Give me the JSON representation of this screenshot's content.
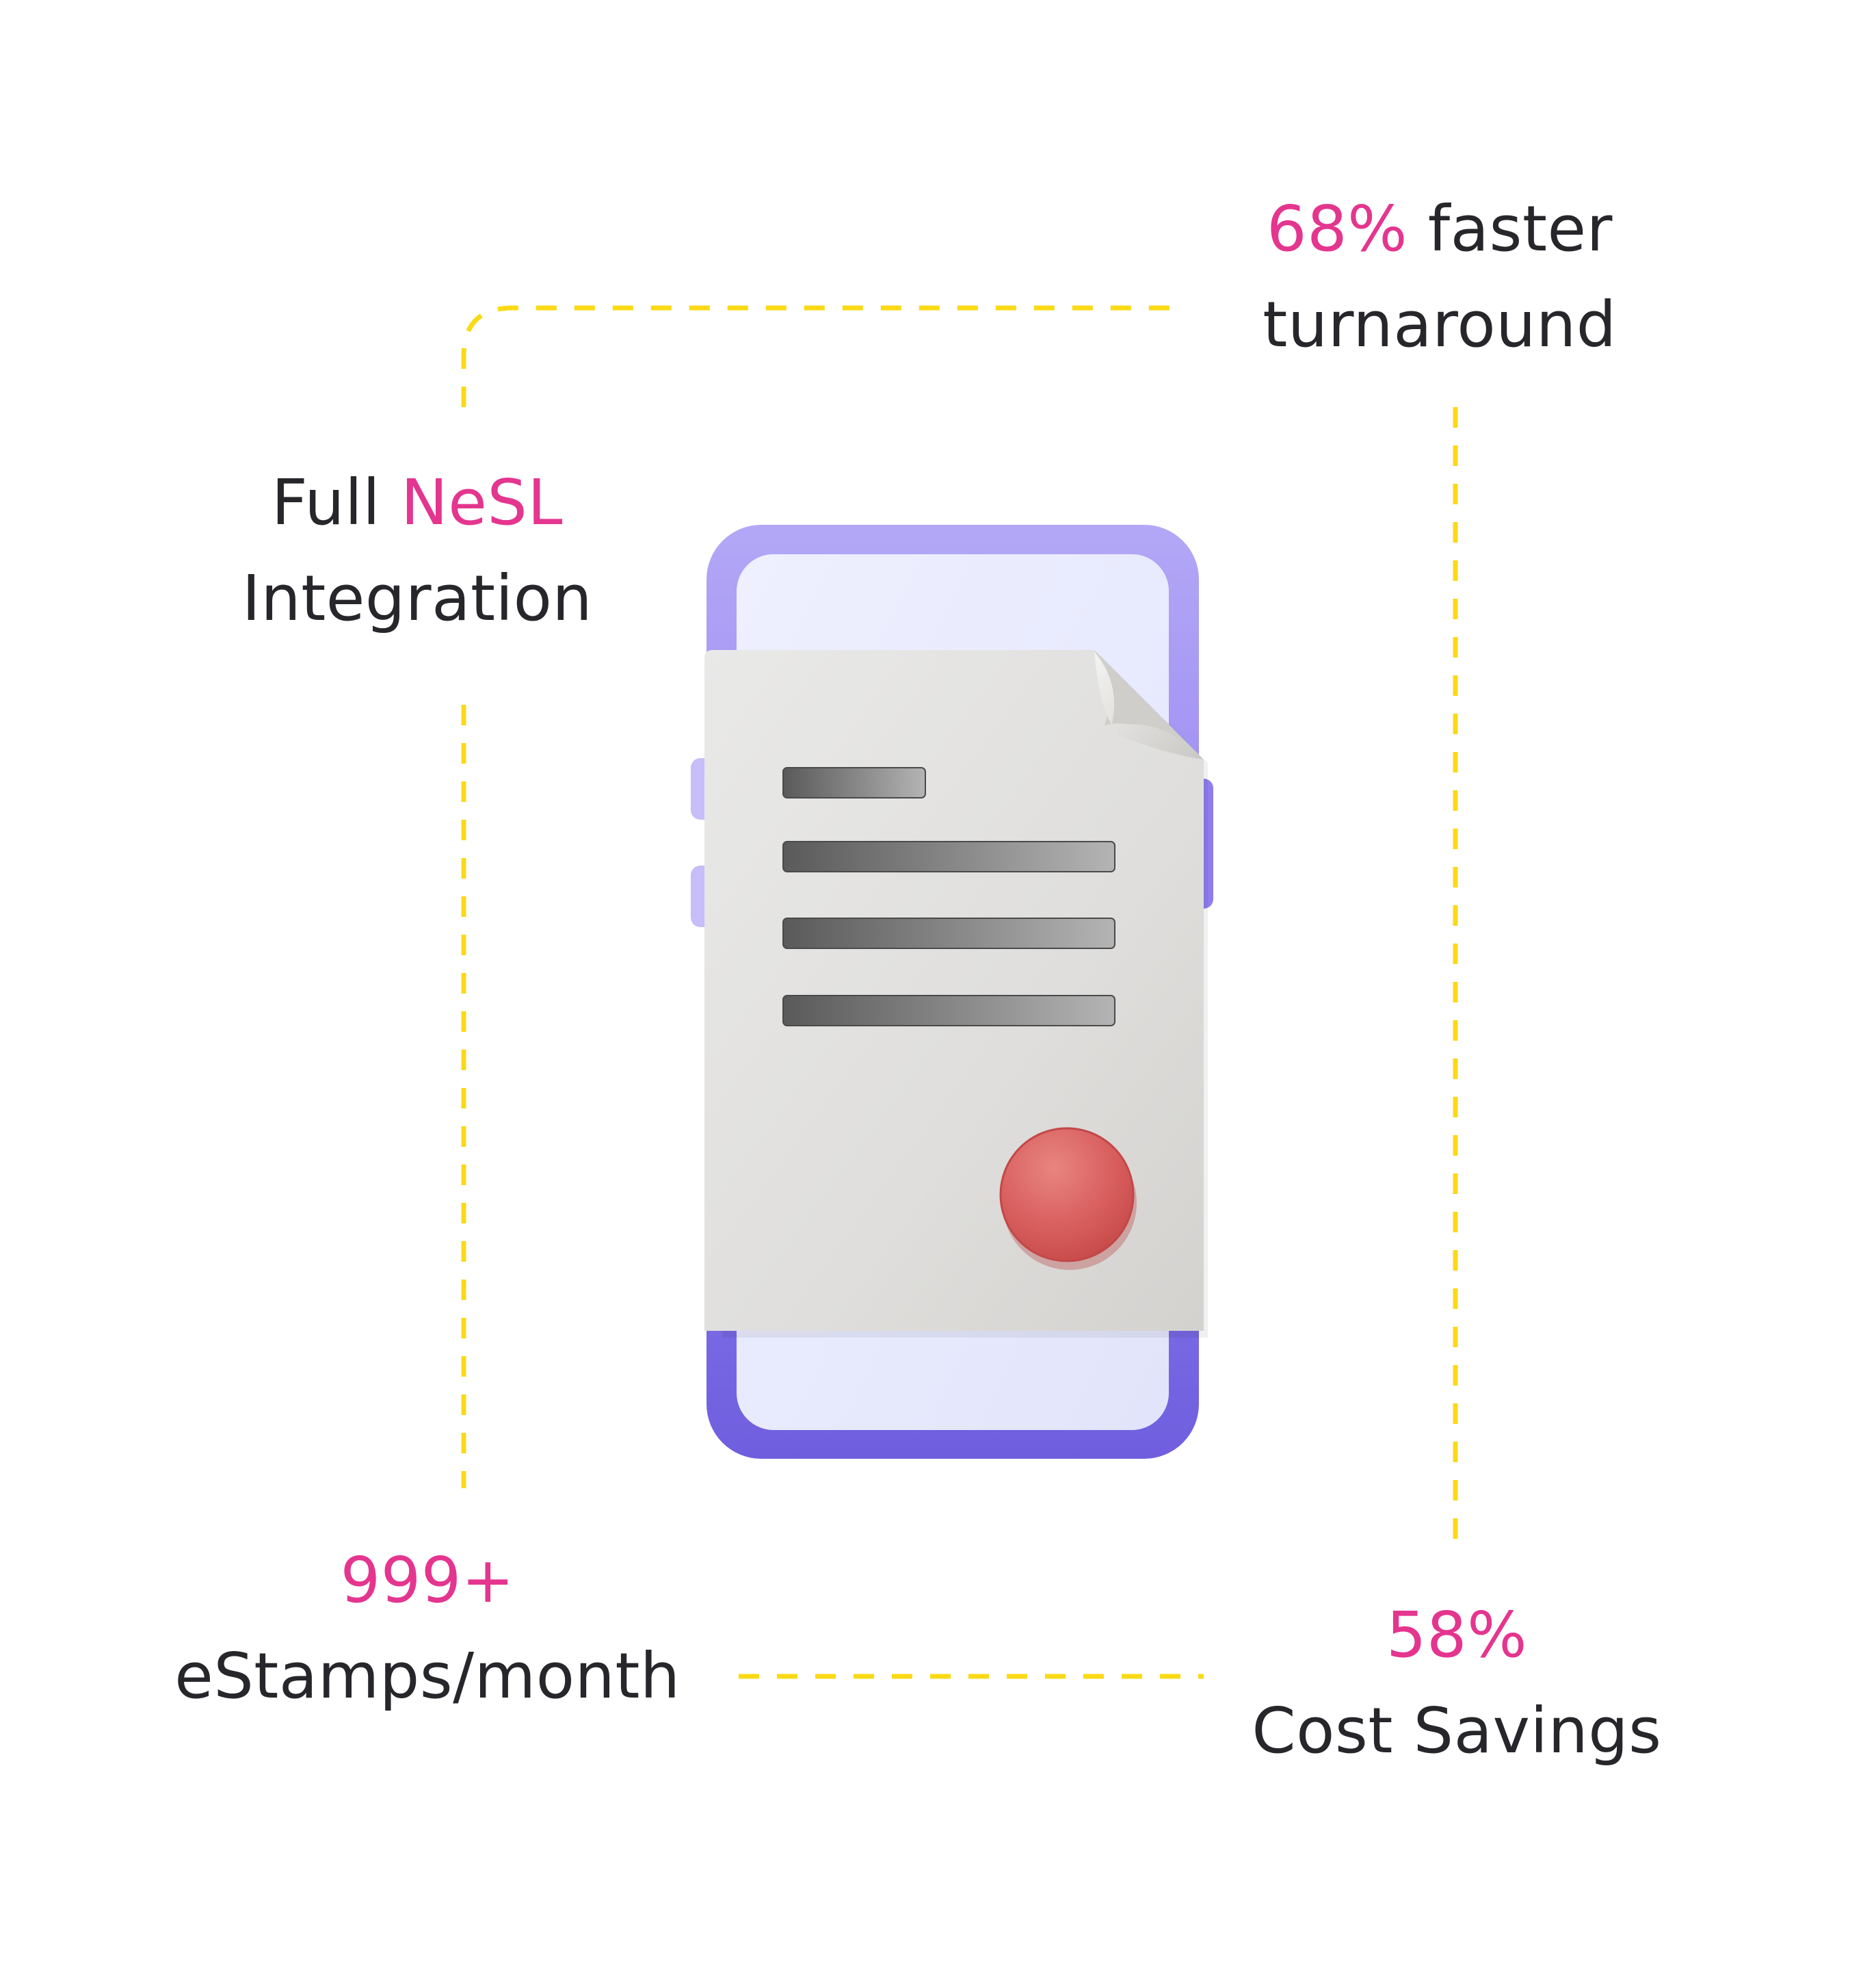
{
  "colors": {
    "accent": "#e4358f",
    "text": "#26262b",
    "connector": "#fbd915",
    "phone_frame": "#8f7df0",
    "phone_screen": "#e9ecfe",
    "document": "#e1e0de",
    "seal": "#d75a5c"
  },
  "illustration": {
    "phone_icon": "phone-icon",
    "document_icon": "document-icon",
    "seal_icon": "seal-icon",
    "document_text_lines": 4
  },
  "stats": {
    "top_right": {
      "highlight": "68%",
      "rest": " faster",
      "line2": "turnaround"
    },
    "left_upper": {
      "prefix": "Full ",
      "highlight": "NeSL",
      "line2": "Integration"
    },
    "bottom_left": {
      "highlight": "999+",
      "line2": "eStamps/month"
    },
    "bottom_right": {
      "highlight": "58%",
      "line2": "Cost Savings"
    }
  }
}
